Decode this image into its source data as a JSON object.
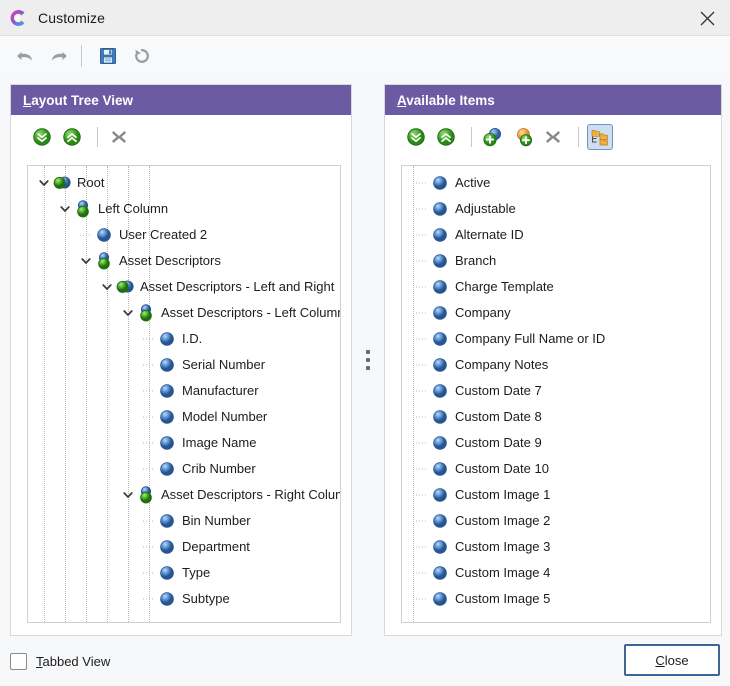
{
  "window": {
    "title": "Customize",
    "app_icon": "app-c-logo-icon",
    "close_icon": "close-icon"
  },
  "toolbar": {
    "buttons": [
      {
        "name": "undo-button",
        "icon": "undo-arrow-icon",
        "title": "Undo"
      },
      {
        "name": "redo-button",
        "icon": "redo-arrow-icon",
        "title": "Redo"
      },
      {
        "name": "save-button",
        "icon": "floppy-disk-icon",
        "title": "Save"
      },
      {
        "name": "reset-button",
        "icon": "reset-circular-arrow-icon",
        "title": "Reset"
      }
    ]
  },
  "left_panel": {
    "header": "Layout Tree View",
    "accel": "L",
    "toolbar": [
      {
        "name": "expand-all-button",
        "icon": "green-double-chevron-down-icon"
      },
      {
        "name": "collapse-all-button",
        "icon": "green-double-chevron-up-icon"
      },
      {
        "name": "delete-button",
        "icon": "gray-x-icon"
      }
    ],
    "tree": [
      {
        "label": "Root",
        "depth": 0,
        "icon": "group-green-blue-icon",
        "expanded": true
      },
      {
        "label": "Left Column",
        "depth": 1,
        "icon": "stack-green-blue-icon",
        "expanded": true
      },
      {
        "label": "User Created 2",
        "depth": 2,
        "icon": "blue-sphere-icon",
        "expanded": null
      },
      {
        "label": "Asset Descriptors",
        "depth": 2,
        "icon": "stack-green-blue-icon",
        "expanded": true
      },
      {
        "label": "Asset Descriptors - Left and Right",
        "depth": 3,
        "icon": "group-green-blue-icon",
        "expanded": true
      },
      {
        "label": "Asset Descriptors - Left Column",
        "depth": 4,
        "icon": "stack-green-blue-icon",
        "expanded": true
      },
      {
        "label": "I.D.",
        "depth": 5,
        "icon": "blue-sphere-icon",
        "expanded": null
      },
      {
        "label": "Serial Number",
        "depth": 5,
        "icon": "blue-sphere-icon",
        "expanded": null
      },
      {
        "label": "Manufacturer",
        "depth": 5,
        "icon": "blue-sphere-icon",
        "expanded": null
      },
      {
        "label": "Model Number",
        "depth": 5,
        "icon": "blue-sphere-icon",
        "expanded": null
      },
      {
        "label": "Image Name",
        "depth": 5,
        "icon": "blue-sphere-icon",
        "expanded": null
      },
      {
        "label": "Crib Number",
        "depth": 5,
        "icon": "blue-sphere-icon",
        "expanded": null
      },
      {
        "label": "Asset Descriptors - Right Column",
        "depth": 4,
        "icon": "stack-green-blue-icon",
        "expanded": true
      },
      {
        "label": "Bin Number",
        "depth": 5,
        "icon": "blue-sphere-icon",
        "expanded": null
      },
      {
        "label": "Department",
        "depth": 5,
        "icon": "blue-sphere-icon",
        "expanded": null
      },
      {
        "label": "Type",
        "depth": 5,
        "icon": "blue-sphere-icon",
        "expanded": null
      },
      {
        "label": "Subtype",
        "depth": 5,
        "icon": "blue-sphere-icon",
        "expanded": null
      }
    ]
  },
  "right_panel": {
    "header": "Available Items",
    "accel": "A",
    "toolbar": [
      {
        "name": "expand-all-button",
        "icon": "green-double-chevron-down-icon",
        "toggled": false
      },
      {
        "name": "collapse-all-button",
        "icon": "green-double-chevron-up-icon",
        "toggled": false
      },
      {
        "name": "add-blue-item-button",
        "icon": "blue-sphere-plus-icon",
        "toggled": false
      },
      {
        "name": "add-orange-item-button",
        "icon": "orange-sphere-plus-icon",
        "toggled": false
      },
      {
        "name": "delete-button",
        "icon": "gray-x-icon",
        "toggled": false
      },
      {
        "name": "tree-view-toggle",
        "icon": "folder-tree-icon",
        "toggled": true
      }
    ],
    "items": [
      {
        "label": "Active",
        "icon": "blue-sphere-icon"
      },
      {
        "label": "Adjustable",
        "icon": "blue-sphere-icon"
      },
      {
        "label": "Alternate ID",
        "icon": "blue-sphere-icon"
      },
      {
        "label": "Branch",
        "icon": "blue-sphere-icon"
      },
      {
        "label": "Charge Template",
        "icon": "blue-sphere-icon"
      },
      {
        "label": "Company",
        "icon": "blue-sphere-icon"
      },
      {
        "label": "Company Full Name or ID",
        "icon": "blue-sphere-icon"
      },
      {
        "label": "Company Notes",
        "icon": "blue-sphere-icon"
      },
      {
        "label": "Custom Date 7",
        "icon": "blue-sphere-icon"
      },
      {
        "label": "Custom Date 8",
        "icon": "blue-sphere-icon"
      },
      {
        "label": "Custom Date 9",
        "icon": "blue-sphere-icon"
      },
      {
        "label": "Custom Date 10",
        "icon": "blue-sphere-icon"
      },
      {
        "label": "Custom Image 1",
        "icon": "blue-sphere-icon"
      },
      {
        "label": "Custom Image 2",
        "icon": "blue-sphere-icon"
      },
      {
        "label": "Custom Image 3",
        "icon": "blue-sphere-icon"
      },
      {
        "label": "Custom Image 4",
        "icon": "blue-sphere-icon"
      },
      {
        "label": "Custom Image 5",
        "icon": "blue-sphere-icon"
      }
    ]
  },
  "splitter": {
    "name": "panel-splitter",
    "icon": "vertical-grip-dots-icon"
  },
  "footer": {
    "tabbed_view_label": "Tabbed View",
    "tabbed_view_accel": "T",
    "tabbed_view_checked": false,
    "close_label": "Close",
    "close_accel": "C"
  },
  "colors": {
    "panel_header": "#6a5ba3",
    "titlebar": "#eeeeee",
    "window_bg": "#f7f8fa",
    "accent_button_border": "#3f6596",
    "toggled_button_bg": "#cddef3"
  }
}
